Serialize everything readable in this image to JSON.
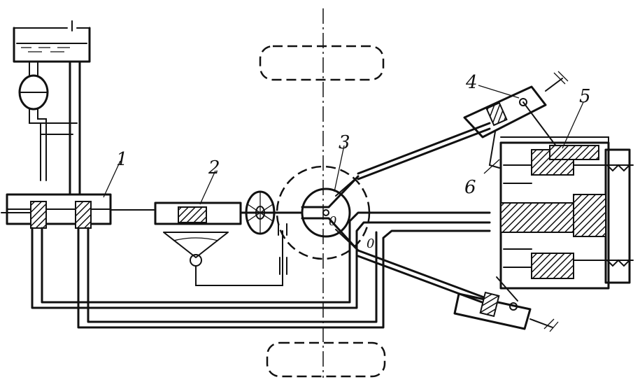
{
  "labels": {
    "l1": "1",
    "l2": "2",
    "l3": "3",
    "l4": "4",
    "l5": "5",
    "l6": "6",
    "o_center": "0",
    "o_lever": "0"
  }
}
